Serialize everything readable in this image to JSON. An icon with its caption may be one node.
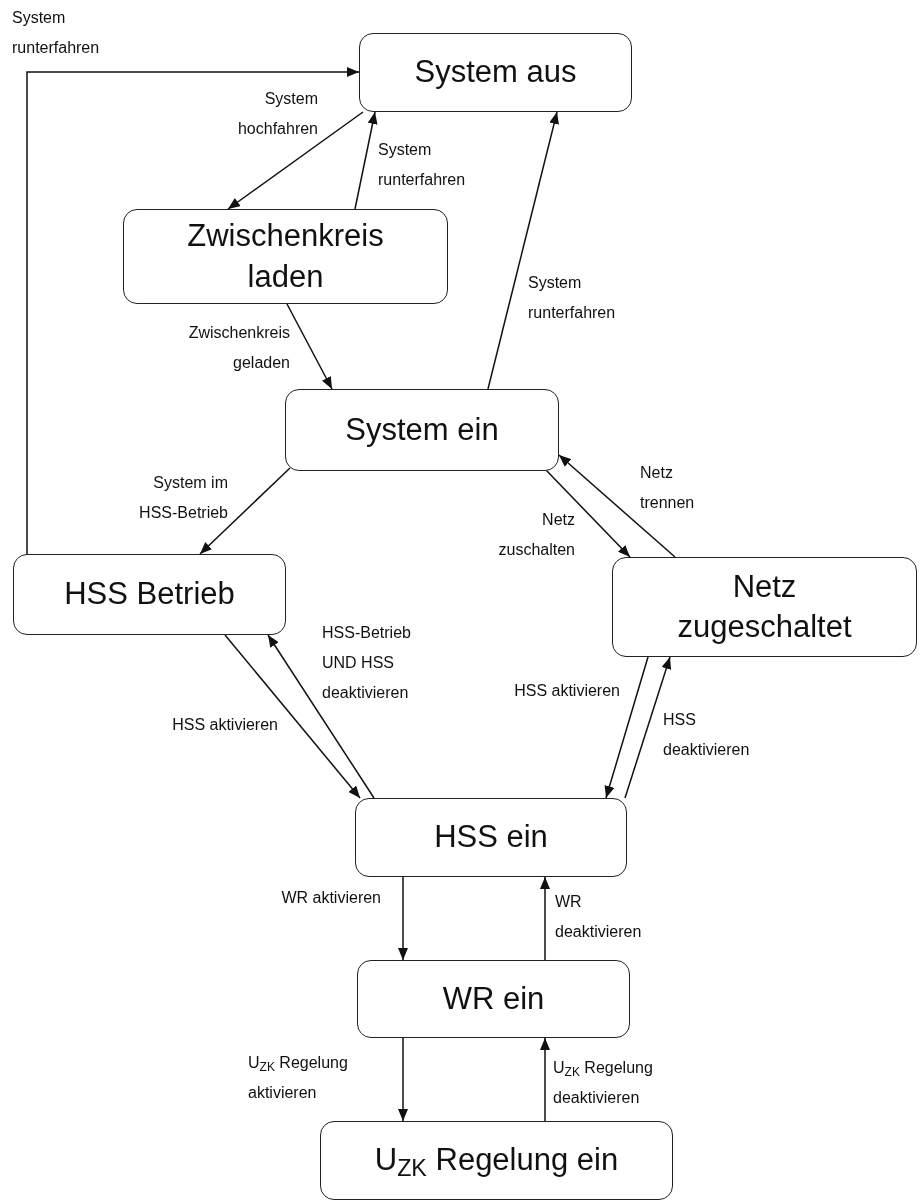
{
  "diagram": {
    "nodes": [
      {
        "text": [
          "System aus"
        ]
      },
      {
        "text": [
          "Zwischenkreis laden"
        ]
      },
      {
        "text": [
          "System ein"
        ]
      },
      {
        "text": [
          "HSS Betrieb"
        ]
      },
      {
        "text": [
          "Netz zugeschaltet"
        ]
      },
      {
        "text": [
          "HSS ein"
        ]
      },
      {
        "text": [
          "WR ein"
        ]
      },
      {
        "text": [
          "U$_{ZK}$ Regelung ein"
        ]
      }
    ],
    "edges": [
      {
        "from": 0,
        "to": 1,
        "arrow": "to",
        "label": "System hochfahren"
      },
      {
        "from": 1,
        "to": 0,
        "arrow": "to",
        "label": "System runterfahren"
      },
      {
        "from": 3,
        "to": 0,
        "arrow": "to",
        "label": "System runterfahren"
      },
      {
        "from": 1,
        "to": 2,
        "arrow": "to",
        "label": "Zwischenkreis geladen"
      },
      {
        "from": 2,
        "to": 0,
        "arrow": "to",
        "label": "System runterfahren"
      },
      {
        "from": 2,
        "to": 3,
        "arrow": "to",
        "label": "System im HSS-Betrieb"
      },
      {
        "from": 2,
        "to": 4,
        "arrow": "to",
        "label": "Netz zuschalten"
      },
      {
        "from": 4,
        "to": 2,
        "arrow": "to",
        "label": "Netz trennen"
      },
      {
        "from": 3,
        "to": 5,
        "arrow": "to",
        "label": "HSS aktivieren"
      },
      {
        "from": 5,
        "to": 3,
        "arrow": "to",
        "label": "HSS-Betrieb UND HSS deaktivieren"
      },
      {
        "from": 4,
        "to": 5,
        "arrow": "to",
        "label": "HSS aktivieren"
      },
      {
        "from": 5,
        "to": 4,
        "arrow": "to",
        "label": "HSS deaktivieren"
      },
      {
        "from": 5,
        "to": 6,
        "arrow": "to",
        "label": "WR aktivieren"
      },
      {
        "from": 6,
        "to": 5,
        "arrow": "to",
        "label": "WR deaktivieren"
      },
      {
        "from": 6,
        "to": 7,
        "arrow": "to",
        "label": "U$_{ZK}$ Regelung aktivieren"
      },
      {
        "from": 7,
        "to": 6,
        "arrow": "to",
        "label": "U$_{ZK}$ Regelung deaktivieren"
      }
    ]
  }
}
